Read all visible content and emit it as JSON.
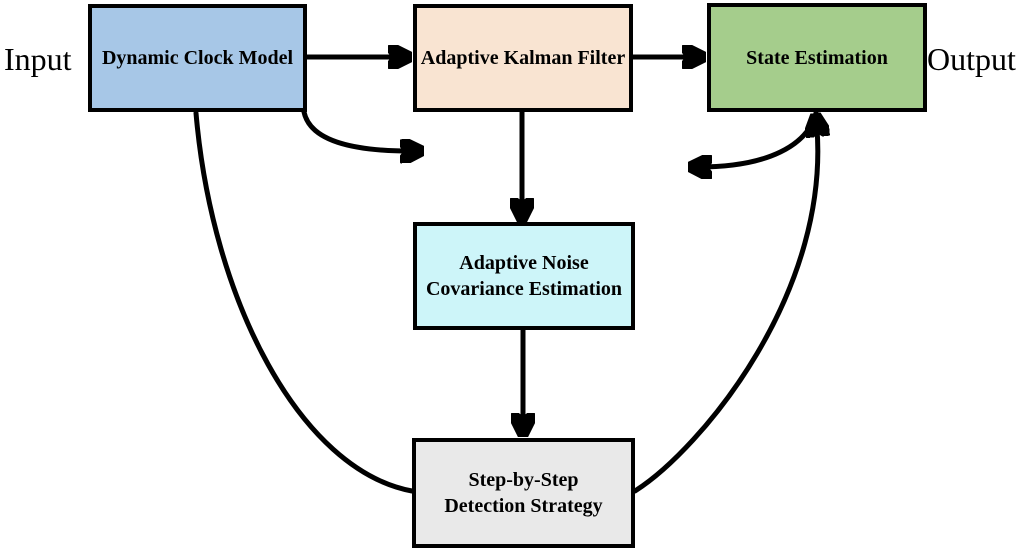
{
  "diagram": {
    "input_label": "Input",
    "output_label": "Output",
    "boxes": {
      "dcm": {
        "label": "Dynamic Clock Model",
        "fill": "#a7c7e7"
      },
      "akf": {
        "label": "Adaptive Kalman Filter",
        "fill": "#f9e4d2"
      },
      "se": {
        "label": "State Estimation",
        "fill": "#a5cd8c"
      },
      "ance": {
        "line1": "Adaptive Noise",
        "line2": "Covariance Estimation",
        "fill": "#cdf5f9"
      },
      "sbs": {
        "line1": "Step-by-Step",
        "line2": "Detection Strategy",
        "fill": "#e9e9e9"
      }
    },
    "edge_color": "#000000",
    "edges": [
      {
        "from": "Dynamic Clock Model",
        "to": "Adaptive Kalman Filter",
        "style": "straight-arrow"
      },
      {
        "from": "Adaptive Kalman Filter",
        "to": "State Estimation",
        "style": "straight-arrow"
      },
      {
        "from": "Adaptive Kalman Filter",
        "to": "Adaptive Noise Covariance Estimation",
        "style": "straight-arrow"
      },
      {
        "from": "Adaptive Noise Covariance Estimation",
        "to": "Step-by-Step Detection Strategy",
        "style": "straight-arrow"
      },
      {
        "from": "Dynamic Clock Model",
        "to": "Adaptive Kalman Filter to Adaptive Noise Covariance Estimation link",
        "style": "curved-arrow"
      },
      {
        "from": "State Estimation",
        "to": "Adaptive Kalman Filter to Adaptive Noise Covariance Estimation link",
        "style": "curved-arrow"
      },
      {
        "from": "Dynamic Clock Model",
        "to": "Step-by-Step Detection Strategy",
        "style": "curved-line"
      },
      {
        "from": "Step-by-Step Detection Strategy",
        "to": "State Estimation",
        "style": "curved-arrow"
      }
    ]
  }
}
